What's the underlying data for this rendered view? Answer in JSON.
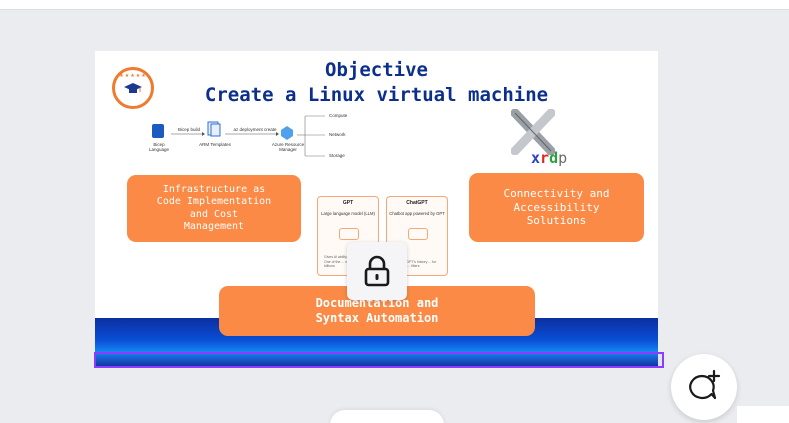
{
  "slide": {
    "title_line1": "Objective",
    "title_line2": "Create a Linux virtual machine",
    "logo": {
      "icon": "graduation-cap-icon",
      "stars": "★★★★★"
    },
    "flow": {
      "bicep_label": "Bicep build",
      "deploy_label": "az deployment create",
      "bicep_language": "Bicep Language",
      "arm_templates": "ARM Templates",
      "arm_manager": "Azure Resource Manager",
      "compute": "Compute",
      "network": "Network",
      "storage": "Storage"
    },
    "xrdp_logo": {
      "x": "x",
      "r": "r",
      "d": "d",
      "p": "p"
    },
    "pills": {
      "iac": [
        "Infrastructure as",
        "Code Implementation",
        "and Cost",
        "Management"
      ],
      "connectivity": [
        "Connectivity and",
        "Accessibility",
        "Solutions"
      ],
      "documentation": [
        "Documentation and",
        "Syntax Automation"
      ]
    },
    "gpt_card": {
      "heading": "GPT",
      "sub": "Large language model (LLM)",
      "body": "Gives AI ability to generate ... One of the ... networks, ... of billions"
    },
    "chatgpt_card": {
      "heading": "ChatGPT",
      "sub": "Chatbot app powered by GPT",
      "body": "... set of GPT's history ... for dialogue ... filters"
    },
    "lock": {
      "icon": "lock-icon"
    }
  },
  "comment_button": {
    "icon": "add-comment-icon"
  },
  "colors": {
    "accent": "#fa8a45",
    "title": "#0d2f8c",
    "selection": "#8b3dff",
    "band": "#0a4fd6"
  }
}
